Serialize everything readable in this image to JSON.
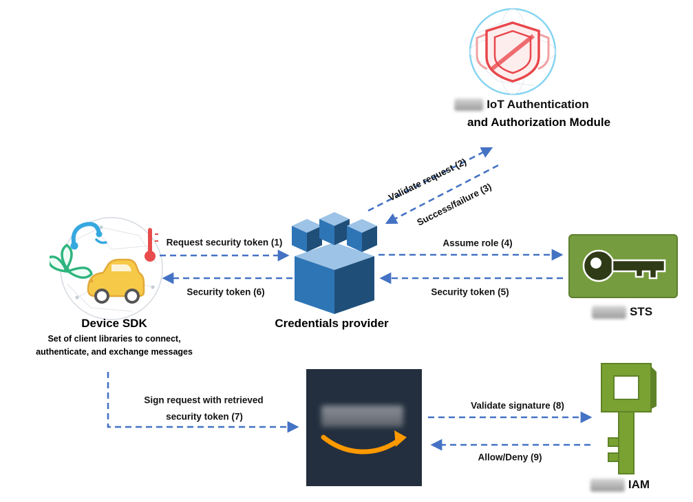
{
  "nodes": {
    "iot_auth": {
      "label_line1": "IoT Authentication",
      "label_line2": "and Authorization Module"
    },
    "device_sdk": {
      "label": "Device SDK",
      "desc_line1": "Set of client libraries to connect,",
      "desc_line2": "authenticate, and exchange messages"
    },
    "credentials_provider": {
      "label": "Credentials provider"
    },
    "sts": {
      "label": "STS"
    },
    "iam": {
      "label": "IAM"
    }
  },
  "arrows": {
    "request_token": {
      "label": "Request security token (1)"
    },
    "validate_request": {
      "label": "Validate request (2)"
    },
    "success_failure": {
      "label": "Success/failure (3)"
    },
    "assume_role": {
      "label": "Assume role (4)"
    },
    "security_token_5": {
      "label": "Security token (5)"
    },
    "security_token_6": {
      "label": "Security token (6)"
    },
    "sign_request_line1": {
      "label": "Sign request with retrieved"
    },
    "sign_request_line2": {
      "label": "security token (7)"
    },
    "validate_signature": {
      "label": "Validate signature (8)"
    },
    "allow_deny": {
      "label": "Allow/Deny (9)"
    }
  },
  "icons": {
    "iot_auth_icon": "shield-security-icon",
    "device_sdk_icon": "iot-devices-cluster-icon",
    "credentials_provider_icon": "blue-castle-cube-icon",
    "sts_icon": "key-card-icon",
    "amazon_icon": "amazon-smile-icon",
    "iam_icon": "green-key-icon"
  },
  "colors": {
    "arrow_blue": "#4472C4",
    "shield_red": "#E8474B",
    "cube_blue": "#2E75B6",
    "sts_green": "#759C3E",
    "iam_green": "#7AA233",
    "amazon_navy": "#232F3E",
    "amazon_orange": "#FF9900"
  }
}
